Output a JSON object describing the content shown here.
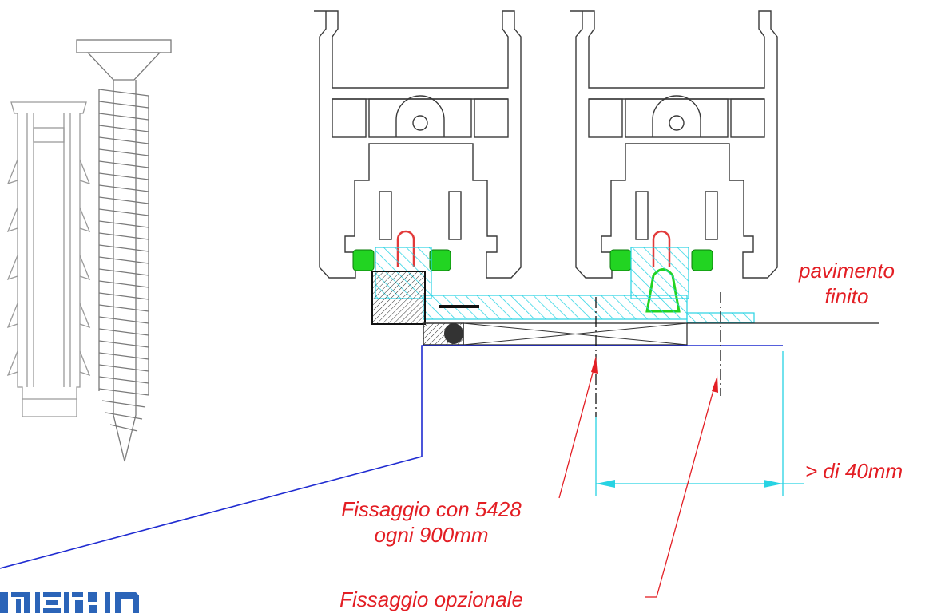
{
  "labels": {
    "pavimento_line1": "pavimento",
    "pavimento_line2": "finito",
    "distance": "> di 40mm",
    "fixing_line1": "Fissaggio con 5428",
    "fixing_line2": "ogni 900mm",
    "optional_fixing": "Fissaggio opzionale"
  },
  "colors": {
    "annotation": "#e31e24",
    "profile_stroke": "#3a3a3a",
    "gasket": "#22d422",
    "glass_hatch": "#27d3e3",
    "base_outline": "#1f2bd1",
    "dimension": "#27d3e3",
    "roller_red": "#e23a3a",
    "logo": "#2b64b8"
  },
  "icons": [
    "wall-plug-icon",
    "screw-icon",
    "logo-icon"
  ]
}
